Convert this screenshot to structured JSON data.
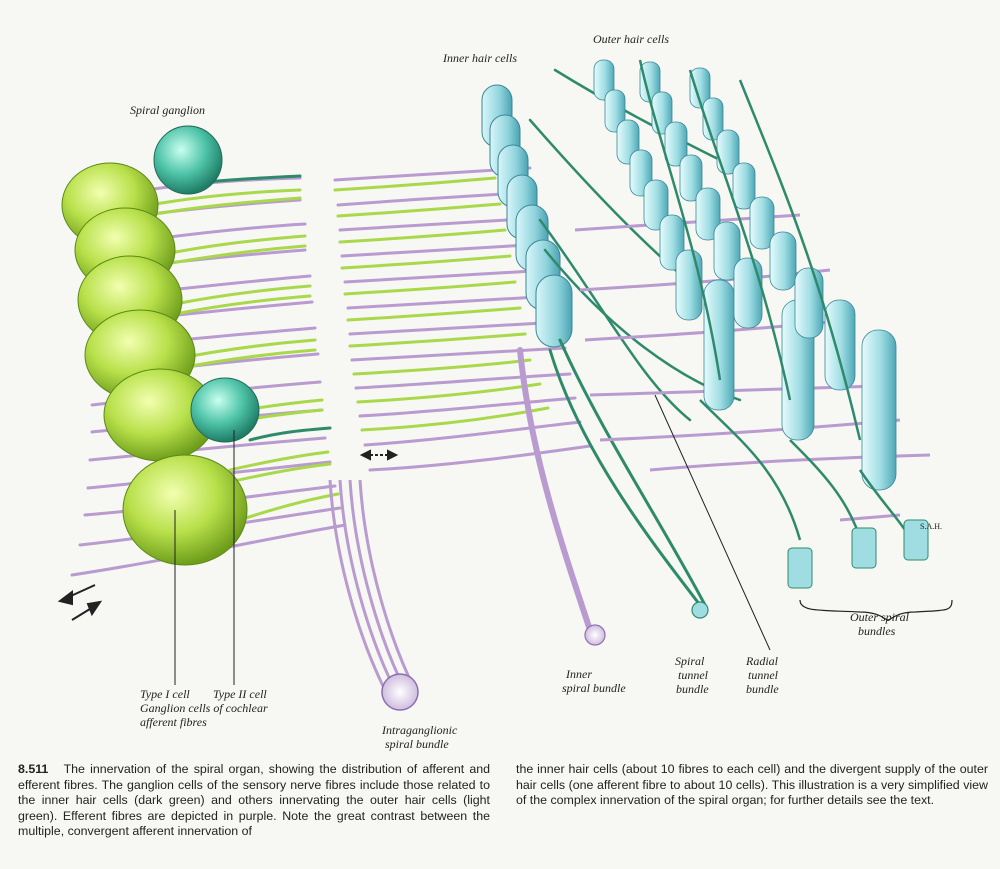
{
  "labels": {
    "spiral_ganglion": "Spiral ganglion",
    "inner_hair_cells": "Inner hair cells",
    "outer_hair_cells": "Outer hair cells",
    "type_i_cell": "Type I cell",
    "type_ii_cell": "Type II cell",
    "ganglion_line1": "Ganglion cells of cochlear",
    "ganglion_line2": "afferent fibres",
    "intraganglionic_line1": "Intraganglionic",
    "intraganglionic_line2": "spiral bundle",
    "inner_spiral_line1": "Inner",
    "inner_spiral_line2": "spiral bundle",
    "spiral_tunnel_line1": "Spiral",
    "spiral_tunnel_line2": "tunnel",
    "spiral_tunnel_line3": "bundle",
    "radial_tunnel_line1": "Radial",
    "radial_tunnel_line2": "tunnel",
    "radial_tunnel_line3": "bundle",
    "outer_spiral_line1": "Outer spiral",
    "outer_spiral_line2": "bundles",
    "signature": "S.A.H."
  },
  "caption": {
    "number": "8.511",
    "left_text": "The innervation of the spiral organ, showing the distribution of afferent and efferent fibres. The ganglion cells of the sensory nerve fibres include those related to the inner hair cells (dark green) and others innervating the outer hair cells (light green). Efferent fibres are depicted in purple. Note the great contrast between the multiple, convergent afferent innervation of",
    "right_text": "the inner hair cells (about 10 fibres to each cell) and the divergent supply of the outer hair cells (one afferent fibre to about 10 cells). This illustration is a very simplified view of the complex innervation of the spiral organ; for further details see the text."
  },
  "colors": {
    "type_i_cell": "#b8e04a",
    "type_ii_cell": "#4fc4a8",
    "inner_hair_cell": "#8fd3dc",
    "outer_hair_cell": "#9fdde3",
    "efferent_fibre": "#b99bd0",
    "afferent_dark": "#2f8a6c",
    "afferent_light": "#a9d84a"
  }
}
